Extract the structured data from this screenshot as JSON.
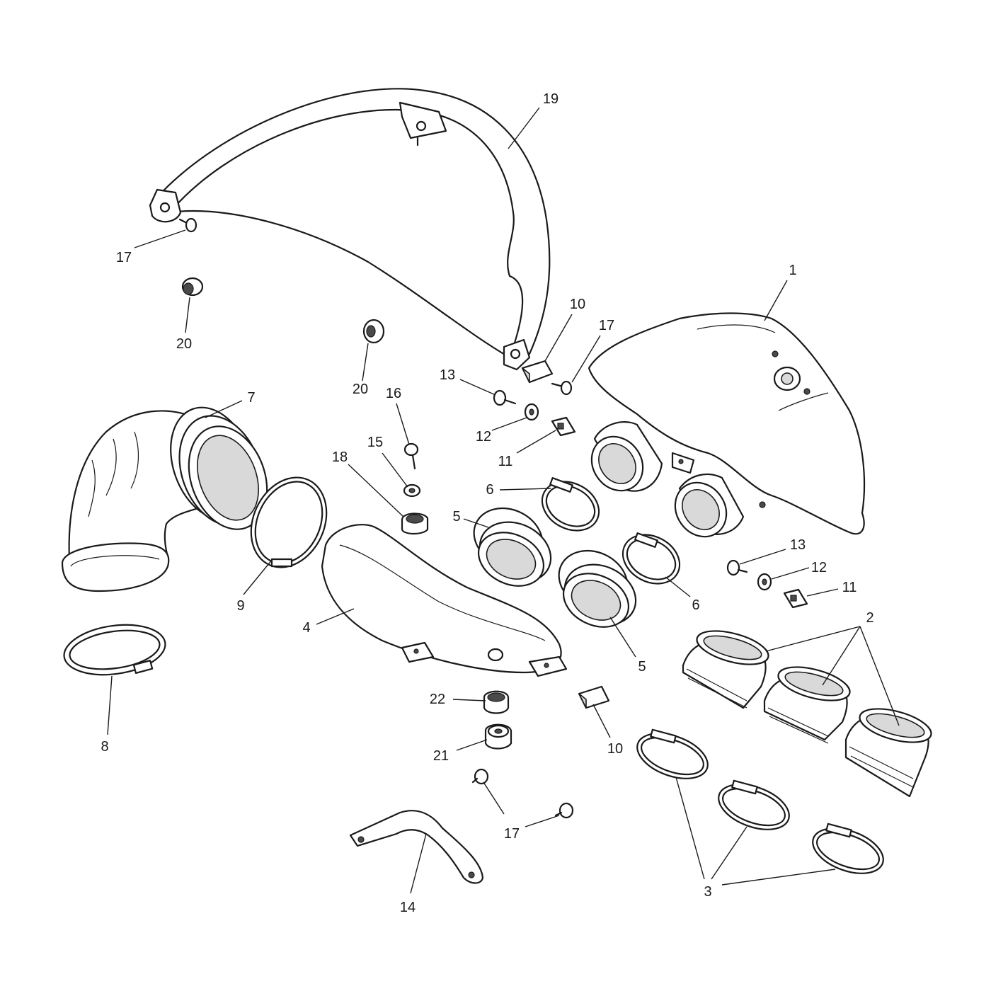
{
  "diagram": {
    "parts": [
      {
        "id": "part-1",
        "label": "1"
      },
      {
        "id": "part-2",
        "label": "2"
      },
      {
        "id": "part-3",
        "label": "3"
      },
      {
        "id": "part-4",
        "label": "4"
      },
      {
        "id": "part-5",
        "label": "5"
      },
      {
        "id": "part-6",
        "label": "6"
      },
      {
        "id": "part-7",
        "label": "7"
      },
      {
        "id": "part-8",
        "label": "8"
      },
      {
        "id": "part-9",
        "label": "9"
      },
      {
        "id": "part-10",
        "label": "10"
      },
      {
        "id": "part-11",
        "label": "11"
      },
      {
        "id": "part-12",
        "label": "12"
      },
      {
        "id": "part-13",
        "label": "13"
      },
      {
        "id": "part-14",
        "label": "14"
      },
      {
        "id": "part-15",
        "label": "15"
      },
      {
        "id": "part-16",
        "label": "16"
      },
      {
        "id": "part-17",
        "label": "17"
      },
      {
        "id": "part-18",
        "label": "18"
      },
      {
        "id": "part-19",
        "label": "19"
      },
      {
        "id": "part-20",
        "label": "20"
      },
      {
        "id": "part-21",
        "label": "21"
      },
      {
        "id": "part-22",
        "label": "22"
      }
    ],
    "callouts": [
      {
        "label": "19"
      },
      {
        "label": "17"
      },
      {
        "label": "20"
      },
      {
        "label": "1"
      },
      {
        "label": "10"
      },
      {
        "label": "17"
      },
      {
        "label": "20"
      },
      {
        "label": "13"
      },
      {
        "label": "16"
      },
      {
        "label": "7"
      },
      {
        "label": "12"
      },
      {
        "label": "15"
      },
      {
        "label": "11"
      },
      {
        "label": "18"
      },
      {
        "label": "6"
      },
      {
        "label": "5"
      },
      {
        "label": "13"
      },
      {
        "label": "12"
      },
      {
        "label": "11"
      },
      {
        "label": "9"
      },
      {
        "label": "6"
      },
      {
        "label": "4"
      },
      {
        "label": "2"
      },
      {
        "label": "5"
      },
      {
        "label": "22"
      },
      {
        "label": "8"
      },
      {
        "label": "10"
      },
      {
        "label": "21"
      },
      {
        "label": "17"
      },
      {
        "label": "3"
      },
      {
        "label": "14"
      }
    ]
  }
}
